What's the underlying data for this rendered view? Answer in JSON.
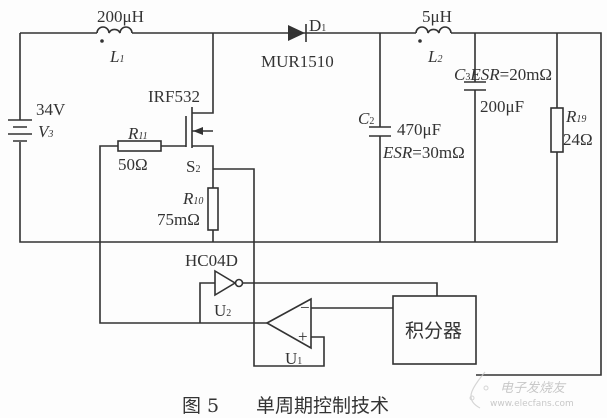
{
  "components": {
    "L1": {
      "value": "200μH",
      "label": "L",
      "sub": "1"
    },
    "D1": {
      "label": "D",
      "sub": "1",
      "part": "MUR1510"
    },
    "L2": {
      "value": "5μH",
      "label": "L",
      "sub": "2"
    },
    "C3": {
      "label": "C",
      "sub": "3",
      "esr_label": "ESR",
      "esr_value": "=20mΩ",
      "value": "200μF"
    },
    "C2": {
      "label": "C",
      "sub": "2",
      "value": "470μF",
      "esr_label": "ESR",
      "esr_value": "=30mΩ"
    },
    "R19": {
      "label": "R",
      "sub": "19",
      "value": "24Ω"
    },
    "V3": {
      "value": "34V",
      "label": "V",
      "sub": "3"
    },
    "S2": {
      "part": "IRF532",
      "label": "S",
      "sub": "2"
    },
    "R11": {
      "label": "R",
      "sub": "11",
      "value": "50Ω"
    },
    "R10": {
      "label": "R",
      "sub": "10",
      "value": "75mΩ"
    },
    "U2": {
      "part": "HC04D",
      "label": "U",
      "sub": "2"
    },
    "U1": {
      "label": "U",
      "sub": "1",
      "minus": "−",
      "plus": "+"
    },
    "integrator": {
      "label": "积分器"
    }
  },
  "caption": {
    "figure": "图 5",
    "title": "单周期控制技术"
  },
  "watermark": {
    "name": "电子发烧友",
    "url": "www.elecfans.com"
  }
}
